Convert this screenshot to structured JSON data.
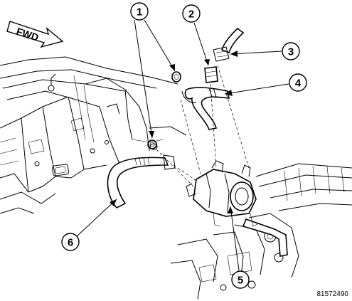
{
  "fwd_label": "FWD",
  "figure_id": "81572490",
  "callouts": [
    {
      "number": "1"
    },
    {
      "number": "2"
    },
    {
      "number": "3"
    },
    {
      "number": "4"
    },
    {
      "number": "5"
    },
    {
      "number": "6"
    }
  ]
}
